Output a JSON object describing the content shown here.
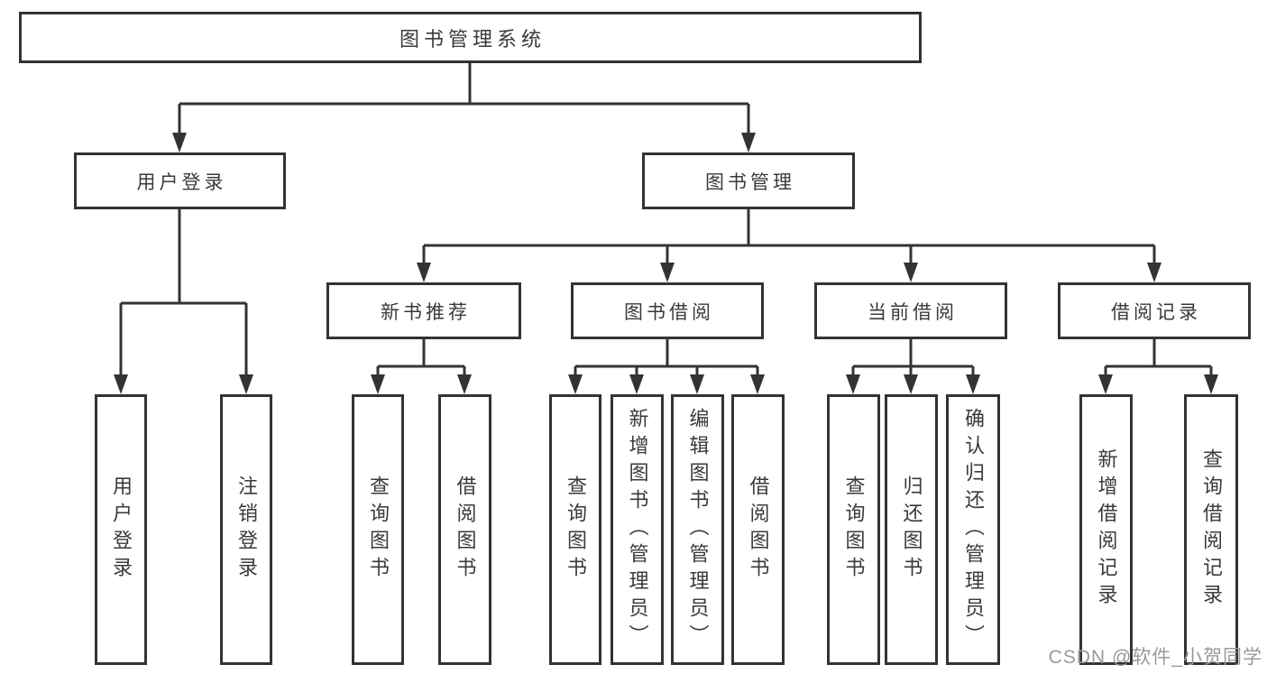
{
  "diagram": {
    "root": {
      "label": "图书管理系统"
    },
    "children": [
      {
        "label": "用户登录",
        "children": [
          {
            "label": "用户登录"
          },
          {
            "label": "注销登录"
          }
        ]
      },
      {
        "label": "图书管理",
        "children": [
          {
            "label": "新书推荐",
            "children": [
              {
                "label": "查询图书"
              },
              {
                "label": "借阅图书"
              }
            ]
          },
          {
            "label": "图书借阅",
            "children": [
              {
                "label": "查询图书"
              },
              {
                "label": "新增图书（管理员）"
              },
              {
                "label": "编辑图书（管理员）"
              },
              {
                "label": "借阅图书"
              }
            ]
          },
          {
            "label": "当前借阅",
            "children": [
              {
                "label": "查询图书"
              },
              {
                "label": "归还图书"
              },
              {
                "label": "确认归还（管理员）"
              }
            ]
          },
          {
            "label": "借阅记录",
            "children": [
              {
                "label": "新增借阅记录"
              },
              {
                "label": "查询借阅记录"
              }
            ]
          }
        ]
      }
    ]
  },
  "watermark": {
    "text": "CSDN @软件_小贺同学"
  },
  "colors": {
    "line": "#333333",
    "text": "#3a3a3a",
    "watermark": "#999999",
    "background": "#ffffff"
  }
}
